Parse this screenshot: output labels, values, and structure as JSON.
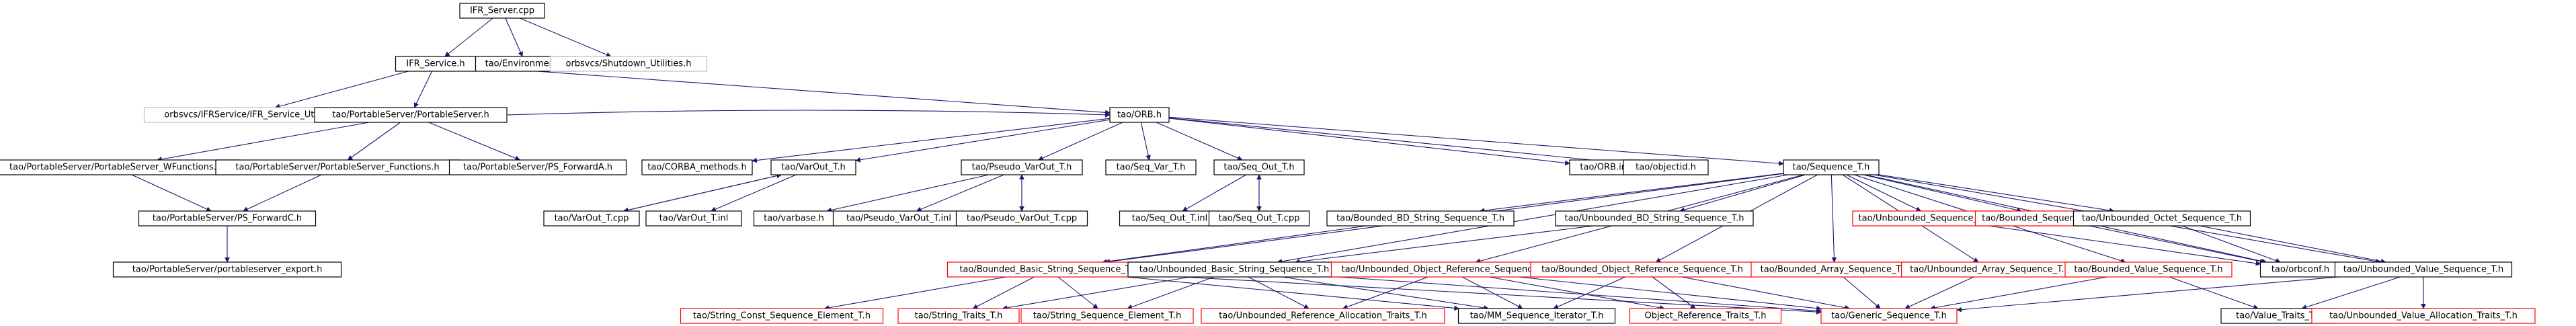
{
  "graph": {
    "colors": {
      "edge": "#191970",
      "root_fill": "#bfbfbf",
      "normal_border": "#000000",
      "missing_border": "#ff0000",
      "external_border": "#bfbfbf",
      "text": "#000000"
    },
    "nodes": [
      {
        "id": "ifr_server_cpp",
        "label": "IFR_Server.cpp",
        "kind": "root"
      },
      {
        "id": "ifr_service_h",
        "label": "IFR_Service.h",
        "kind": "normal"
      },
      {
        "id": "environment_h",
        "label": "tao/Environment.h",
        "kind": "normal"
      },
      {
        "id": "shutdown_utilities_h",
        "label": "orbsvcs/Shutdown_Utilities.h",
        "kind": "external"
      },
      {
        "id": "ifr_service_utils_h",
        "label": "orbsvcs/IFRService/IFR_Service_Utils.h",
        "kind": "external"
      },
      {
        "id": "portableserver_h",
        "label": "tao/PortableServer/PortableServer.h",
        "kind": "normal"
      },
      {
        "id": "orb_h",
        "label": "tao/ORB.h",
        "kind": "normal"
      },
      {
        "id": "ps_wfunctions_h",
        "label": "tao/PortableServer/PortableServer_WFunctions.h",
        "kind": "normal"
      },
      {
        "id": "ps_functions_h",
        "label": "tao/PortableServer/PortableServer_Functions.h",
        "kind": "normal"
      },
      {
        "id": "ps_forward_h",
        "label": "tao/PortableServer/PS_ForwardA.h",
        "kind": "normal"
      },
      {
        "id": "ps_forwardc_h",
        "label": "tao/PortableServer/PS_ForwardC.h",
        "kind": "normal"
      },
      {
        "id": "ps_export_h",
        "label": "tao/PortableServer/portableserver_export.h",
        "kind": "normal"
      },
      {
        "id": "corba_methods_h",
        "label": "tao/CORBA_methods.h",
        "kind": "normal"
      },
      {
        "id": "varout_t_h",
        "label": "tao/VarOut_T.h",
        "kind": "normal"
      },
      {
        "id": "pseudo_varout_t_h",
        "label": "tao/Pseudo_VarOut_T.h",
        "kind": "normal"
      },
      {
        "id": "seq_var_t_h",
        "label": "tao/Seq_Var_T.h",
        "kind": "normal"
      },
      {
        "id": "seq_out_t_h",
        "label": "tao/Seq_Out_T.h",
        "kind": "normal"
      },
      {
        "id": "sequence_t_h",
        "label": "tao/Sequence_T.h",
        "kind": "normal"
      },
      {
        "id": "orb_inl",
        "label": "tao/ORB.inl",
        "kind": "normal"
      },
      {
        "id": "objectid_h",
        "label": "tao/objectid.h",
        "kind": "normal"
      },
      {
        "id": "varout_t_cpp",
        "label": "tao/VarOut_T.cpp",
        "kind": "normal"
      },
      {
        "id": "varout_t_inl",
        "label": "tao/VarOut_T.inl",
        "kind": "normal"
      },
      {
        "id": "varbase_h",
        "label": "tao/varbase.h",
        "kind": "normal"
      },
      {
        "id": "pseudo_varout_t_inl",
        "label": "tao/Pseudo_VarOut_T.inl",
        "kind": "normal"
      },
      {
        "id": "pseudo_varout_t_cpp",
        "label": "tao/Pseudo_VarOut_T.cpp",
        "kind": "normal"
      },
      {
        "id": "seq_out_t_inl",
        "label": "tao/Seq_Out_T.inl",
        "kind": "normal"
      },
      {
        "id": "seq_out_t_cpp",
        "label": "tao/Seq_Out_T.cpp",
        "kind": "normal"
      },
      {
        "id": "bounded_bd_string_seq_h",
        "label": "tao/Bounded_BD_String_Sequence_T.h",
        "kind": "normal"
      },
      {
        "id": "unbounded_bd_string_seq_h",
        "label": "tao/Unbounded_BD_String_Sequence_T.h",
        "kind": "normal"
      },
      {
        "id": "unbounded_seq_cdr_h",
        "label": "tao/Unbounded_Sequence_CDR_T.h",
        "kind": "missing"
      },
      {
        "id": "bounded_seq_cdr_h",
        "label": "tao/Bounded_Sequence_CDR_T.h",
        "kind": "missing"
      },
      {
        "id": "unbounded_octet_seq_h",
        "label": "tao/Unbounded_Octet_Sequence_T.h",
        "kind": "normal"
      },
      {
        "id": "bounded_basic_string_seq_h",
        "label": "tao/Bounded_Basic_String_Sequence_T.h",
        "kind": "missing"
      },
      {
        "id": "unbounded_basic_string_seq_h",
        "label": "tao/Unbounded_Basic_String_Sequence_T.h",
        "kind": "normal"
      },
      {
        "id": "unbounded_object_ref_seq_h",
        "label": "tao/Unbounded_Object_Reference_Sequence_T.h",
        "kind": "missing"
      },
      {
        "id": "bounded_object_ref_seq_h",
        "label": "tao/Bounded_Object_Reference_Sequence_T.h",
        "kind": "missing"
      },
      {
        "id": "bounded_array_seq_h",
        "label": "tao/Bounded_Array_Sequence_T.h",
        "kind": "missing"
      },
      {
        "id": "unbounded_array_seq_h",
        "label": "tao/Unbounded_Array_Sequence_T.h",
        "kind": "missing"
      },
      {
        "id": "bounded_value_seq_h",
        "label": "tao/Bounded_Value_Sequence_T.h",
        "kind": "missing"
      },
      {
        "id": "orbconf_h",
        "label": "tao/orbconf.h",
        "kind": "normal"
      },
      {
        "id": "unbounded_value_seq_h",
        "label": "tao/Unbounded_Value_Sequence_T.h",
        "kind": "normal"
      },
      {
        "id": "string_const_seq_element_h",
        "label": "tao/String_Const_Sequence_Element_T.h",
        "kind": "missing"
      },
      {
        "id": "string_traits_h",
        "label": "tao/String_Traits_T.h",
        "kind": "missing"
      },
      {
        "id": "string_seq_element_h",
        "label": "tao/String_Sequence_Element_T.h",
        "kind": "missing"
      },
      {
        "id": "unbounded_ref_alloc_traits_h",
        "label": "tao/Unbounded_Reference_Allocation_Traits_T.h",
        "kind": "missing"
      },
      {
        "id": "mm_seq_iterator_h",
        "label": "tao/MM_Sequence_Iterator_T.h",
        "kind": "normal"
      },
      {
        "id": "object_ref_traits_h",
        "label": "Object_Reference_Traits_T.h",
        "kind": "missing"
      },
      {
        "id": "generic_seq_h",
        "label": "tao/Generic_Sequence_T.h",
        "kind": "missing"
      },
      {
        "id": "value_traits_h",
        "label": "tao/Value_Traits_T.h",
        "kind": "normal"
      },
      {
        "id": "unbounded_value_alloc_traits_h",
        "label": "tao/Unbounded_Value_Allocation_Traits_T.h",
        "kind": "missing"
      }
    ],
    "edges": [
      [
        "ifr_server_cpp",
        "ifr_service_h"
      ],
      [
        "ifr_server_cpp",
        "environment_h"
      ],
      [
        "ifr_server_cpp",
        "shutdown_utilities_h"
      ],
      [
        "ifr_service_h",
        "ifr_service_utils_h"
      ],
      [
        "ifr_service_h",
        "portableserver_h"
      ],
      [
        "ifr_service_h",
        "orb_h"
      ],
      [
        "portableserver_h",
        "ps_wfunctions_h"
      ],
      [
        "portableserver_h",
        "ps_functions_h"
      ],
      [
        "portableserver_h",
        "ps_forward_h"
      ],
      [
        "portableserver_h",
        "orb_h"
      ],
      [
        "ps_wfunctions_h",
        "ps_forwardc_h"
      ],
      [
        "ps_functions_h",
        "ps_forwardc_h"
      ],
      [
        "ps_forwardc_h",
        "ps_export_h"
      ],
      [
        "orb_h",
        "corba_methods_h"
      ],
      [
        "orb_h",
        "varout_t_h"
      ],
      [
        "orb_h",
        "pseudo_varout_t_h"
      ],
      [
        "orb_h",
        "seq_var_t_h"
      ],
      [
        "orb_h",
        "seq_out_t_h"
      ],
      [
        "orb_h",
        "sequence_t_h"
      ],
      [
        "orb_h",
        "orb_inl"
      ],
      [
        "orb_h",
        "objectid_h"
      ],
      [
        "varout_t_h",
        "varout_t_cpp"
      ],
      [
        "varout_t_h",
        "varout_t_inl"
      ],
      [
        "varout_t_cpp",
        "varout_t_h"
      ],
      [
        "pseudo_varout_t_h",
        "varbase_h"
      ],
      [
        "pseudo_varout_t_h",
        "pseudo_varout_t_inl"
      ],
      [
        "pseudo_varout_t_h",
        "pseudo_varout_t_cpp"
      ],
      [
        "pseudo_varout_t_cpp",
        "pseudo_varout_t_h"
      ],
      [
        "seq_out_t_h",
        "seq_out_t_inl"
      ],
      [
        "seq_out_t_h",
        "seq_out_t_cpp"
      ],
      [
        "seq_out_t_cpp",
        "seq_out_t_h"
      ],
      [
        "sequence_t_h",
        "bounded_bd_string_seq_h"
      ],
      [
        "sequence_t_h",
        "unbounded_bd_string_seq_h"
      ],
      [
        "sequence_t_h",
        "unbounded_seq_cdr_h"
      ],
      [
        "sequence_t_h",
        "bounded_seq_cdr_h"
      ],
      [
        "sequence_t_h",
        "unbounded_octet_seq_h"
      ],
      [
        "sequence_t_h",
        "bounded_basic_string_seq_h"
      ],
      [
        "sequence_t_h",
        "unbounded_basic_string_seq_h"
      ],
      [
        "sequence_t_h",
        "unbounded_object_ref_seq_h"
      ],
      [
        "sequence_t_h",
        "bounded_object_ref_seq_h"
      ],
      [
        "sequence_t_h",
        "bounded_array_seq_h"
      ],
      [
        "sequence_t_h",
        "unbounded_array_seq_h"
      ],
      [
        "sequence_t_h",
        "bounded_value_seq_h"
      ],
      [
        "sequence_t_h",
        "orbconf_h"
      ],
      [
        "sequence_t_h",
        "unbounded_value_seq_h"
      ],
      [
        "bounded_bd_string_seq_h",
        "bounded_basic_string_seq_h"
      ],
      [
        "unbounded_bd_string_seq_h",
        "unbounded_basic_string_seq_h"
      ],
      [
        "unbounded_seq_cdr_h",
        "orbconf_h"
      ],
      [
        "bounded_seq_cdr_h",
        "orbconf_h"
      ],
      [
        "unbounded_octet_seq_h",
        "orbconf_h"
      ],
      [
        "unbounded_octet_seq_h",
        "unbounded_value_seq_h"
      ],
      [
        "bounded_basic_string_seq_h",
        "string_const_seq_element_h"
      ],
      [
        "bounded_basic_string_seq_h",
        "string_traits_h"
      ],
      [
        "bounded_basic_string_seq_h",
        "string_seq_element_h"
      ],
      [
        "bounded_basic_string_seq_h",
        "mm_seq_iterator_h"
      ],
      [
        "bounded_basic_string_seq_h",
        "generic_seq_h"
      ],
      [
        "unbounded_basic_string_seq_h",
        "string_traits_h"
      ],
      [
        "unbounded_basic_string_seq_h",
        "string_seq_element_h"
      ],
      [
        "unbounded_basic_string_seq_h",
        "unbounded_ref_alloc_traits_h"
      ],
      [
        "unbounded_basic_string_seq_h",
        "mm_seq_iterator_h"
      ],
      [
        "unbounded_basic_string_seq_h",
        "generic_seq_h"
      ],
      [
        "unbounded_object_ref_seq_h",
        "unbounded_ref_alloc_traits_h"
      ],
      [
        "unbounded_object_ref_seq_h",
        "mm_seq_iterator_h"
      ],
      [
        "unbounded_object_ref_seq_h",
        "object_ref_traits_h"
      ],
      [
        "unbounded_object_ref_seq_h",
        "generic_seq_h"
      ],
      [
        "bounded_object_ref_seq_h",
        "object_ref_traits_h"
      ],
      [
        "bounded_object_ref_seq_h",
        "mm_seq_iterator_h"
      ],
      [
        "bounded_object_ref_seq_h",
        "generic_seq_h"
      ],
      [
        "bounded_array_seq_h",
        "generic_seq_h"
      ],
      [
        "unbounded_array_seq_h",
        "generic_seq_h"
      ],
      [
        "bounded_value_seq_h",
        "generic_seq_h"
      ],
      [
        "bounded_value_seq_h",
        "value_traits_h"
      ],
      [
        "unbounded_value_seq_h",
        "generic_seq_h"
      ],
      [
        "unbounded_value_seq_h",
        "value_traits_h"
      ],
      [
        "unbounded_value_seq_h",
        "unbounded_value_alloc_traits_h"
      ]
    ]
  }
}
